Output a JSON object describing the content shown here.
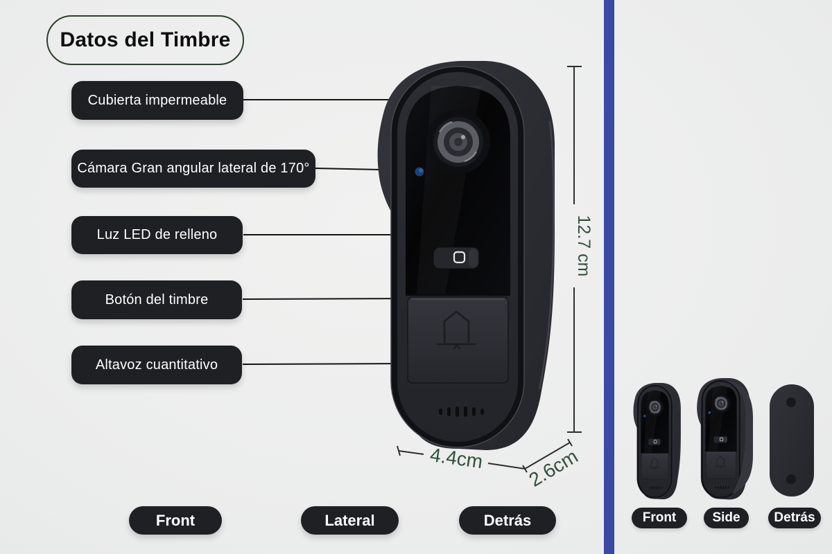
{
  "title": "Datos del Timbre",
  "callouts": [
    {
      "label": "Cubierta impermeable"
    },
    {
      "label": "Cámara Gran angular lateral de 170°"
    },
    {
      "label": "Luz LED de relleno"
    },
    {
      "label": "Botón del timbre"
    },
    {
      "label": "Altavoz cuantitativo"
    }
  ],
  "dimensions": {
    "height": "12.7 cm",
    "width": "4.4cm",
    "depth": "2.6cm"
  },
  "bottom_view_labels": [
    "Front",
    "Lateral",
    "Detrás"
  ],
  "side_panel": {
    "view_labels": [
      "Front",
      "Side",
      "Detrás"
    ]
  },
  "icons": {
    "camera": "camera-lens",
    "led": "led-indicator",
    "fill_light_button": "photo-icon",
    "doorbell_button": "house-bell-icon"
  },
  "colors": {
    "background": "#edeeee",
    "callout_pill_dark": "#1f2023",
    "divider_blue": "#3a49a2",
    "dimension_text_green": "#33503a",
    "title_border_green": "#2c402e",
    "led_blue": "#1e4076"
  }
}
